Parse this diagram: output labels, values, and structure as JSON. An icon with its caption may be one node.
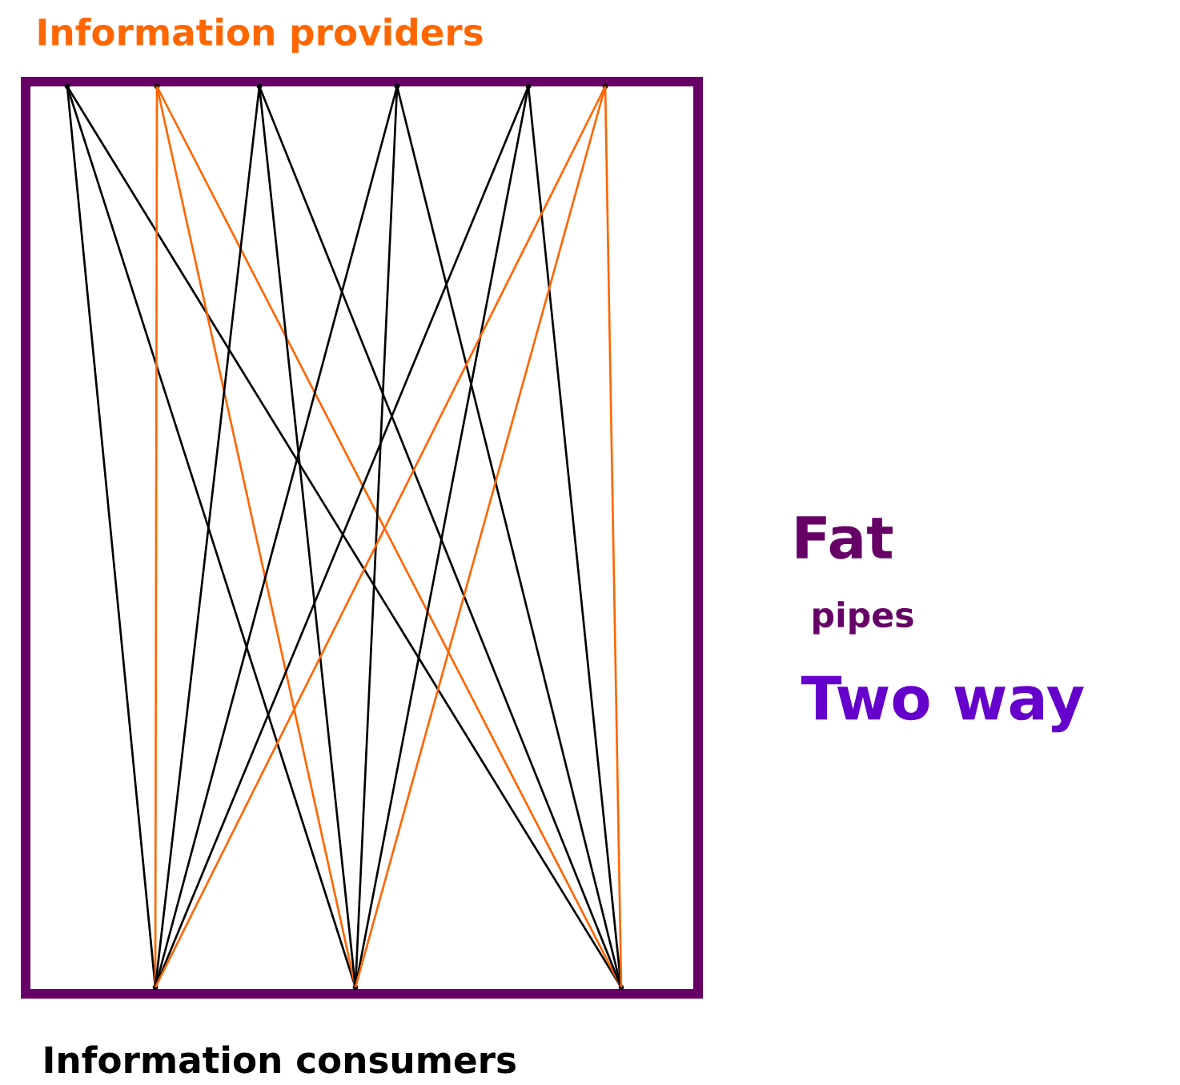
{
  "diagram": {
    "nodes": [
      {
        "text": [],
        "shape": "circle"
      },
      {
        "text": [],
        "shape": "circle"
      },
      {
        "text": [],
        "shape": "circle"
      },
      {
        "text": [],
        "shape": "circle"
      },
      {
        "text": [],
        "shape": "circle"
      },
      {
        "text": [],
        "shape": "circle"
      },
      {
        "text": [],
        "shape": "circle"
      },
      {
        "text": [],
        "shape": "circle"
      },
      {
        "text": [],
        "shape": "circle"
      }
    ],
    "edges": [
      {
        "from": 0,
        "to": 6,
        "arrow": "none"
      },
      {
        "from": 0,
        "to": 7,
        "arrow": "none"
      },
      {
        "from": 0,
        "to": 8,
        "arrow": "none"
      },
      {
        "from": 1,
        "to": 6,
        "arrow": "none",
        "color": "#ff6600"
      },
      {
        "from": 1,
        "to": 7,
        "arrow": "none",
        "color": "#ff6600"
      },
      {
        "from": 1,
        "to": 8,
        "arrow": "none",
        "color": "#ff6600"
      },
      {
        "from": 2,
        "to": 6,
        "arrow": "none"
      },
      {
        "from": 2,
        "to": 7,
        "arrow": "none"
      },
      {
        "from": 2,
        "to": 8,
        "arrow": "none"
      },
      {
        "from": 3,
        "to": 6,
        "arrow": "none"
      },
      {
        "from": 3,
        "to": 7,
        "arrow": "none"
      },
      {
        "from": 3,
        "to": 8,
        "arrow": "none"
      },
      {
        "from": 4,
        "to": 6,
        "arrow": "none"
      },
      {
        "from": 4,
        "to": 7,
        "arrow": "none"
      },
      {
        "from": 4,
        "to": 8,
        "arrow": "none"
      },
      {
        "from": 5,
        "to": 6,
        "arrow": "none",
        "color": "#ff6600"
      },
      {
        "from": 5,
        "to": 7,
        "arrow": "none",
        "color": "#ff6600"
      },
      {
        "from": 5,
        "to": 8,
        "arrow": "none",
        "color": "#ff6600"
      }
    ],
    "labels": [
      "Information providers",
      "Fat",
      "pipes",
      "Two way",
      "Information consumers"
    ]
  }
}
